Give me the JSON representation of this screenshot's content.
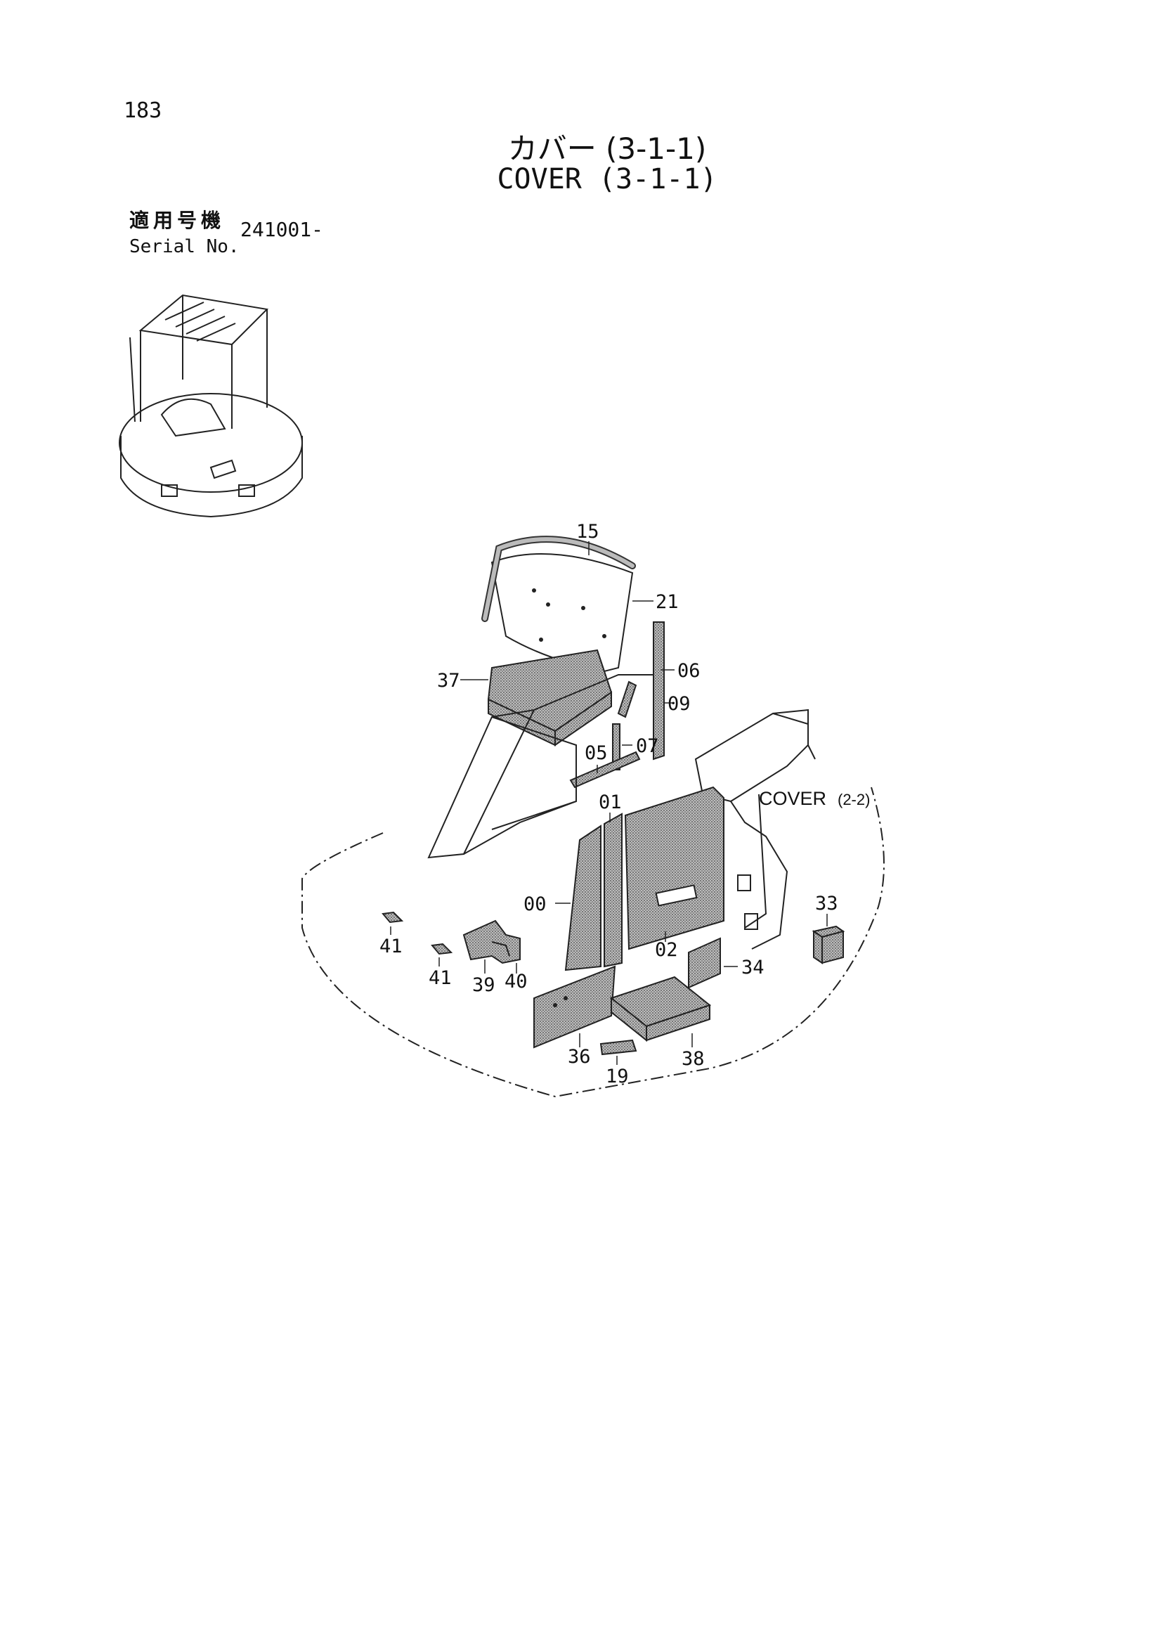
{
  "page": {
    "number": "183",
    "title_jp": "カバー (3-1-1)",
    "title_en": "COVER (3-1-1)",
    "serial_label_jp": "適用号機",
    "serial_label_en": "Serial No.",
    "serial_value": "241001-"
  },
  "callouts": [
    {
      "id": "15",
      "text": "15"
    },
    {
      "id": "21",
      "text": "21"
    },
    {
      "id": "06",
      "text": "06"
    },
    {
      "id": "37",
      "text": "37"
    },
    {
      "id": "09",
      "text": "09"
    },
    {
      "id": "07",
      "text": "07"
    },
    {
      "id": "05",
      "text": "05"
    },
    {
      "id": "01",
      "text": "01"
    },
    {
      "id": "00",
      "text": "00"
    },
    {
      "id": "02",
      "text": "02"
    },
    {
      "id": "33",
      "text": "33"
    },
    {
      "id": "34",
      "text": "34"
    },
    {
      "id": "41a",
      "text": "41"
    },
    {
      "id": "41b",
      "text": "41"
    },
    {
      "id": "39",
      "text": "39"
    },
    {
      "id": "40",
      "text": "40"
    },
    {
      "id": "36",
      "text": "36"
    },
    {
      "id": "19",
      "text": "19"
    },
    {
      "id": "38",
      "text": "38"
    }
  ],
  "reference": {
    "text": "COVER",
    "suffix": "(2-2)"
  }
}
